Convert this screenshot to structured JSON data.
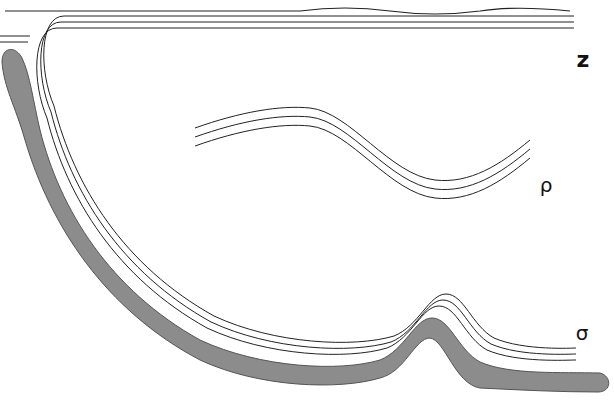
{
  "diagram": {
    "labels": [
      "z",
      "ρ",
      "σ"
    ]
  }
}
